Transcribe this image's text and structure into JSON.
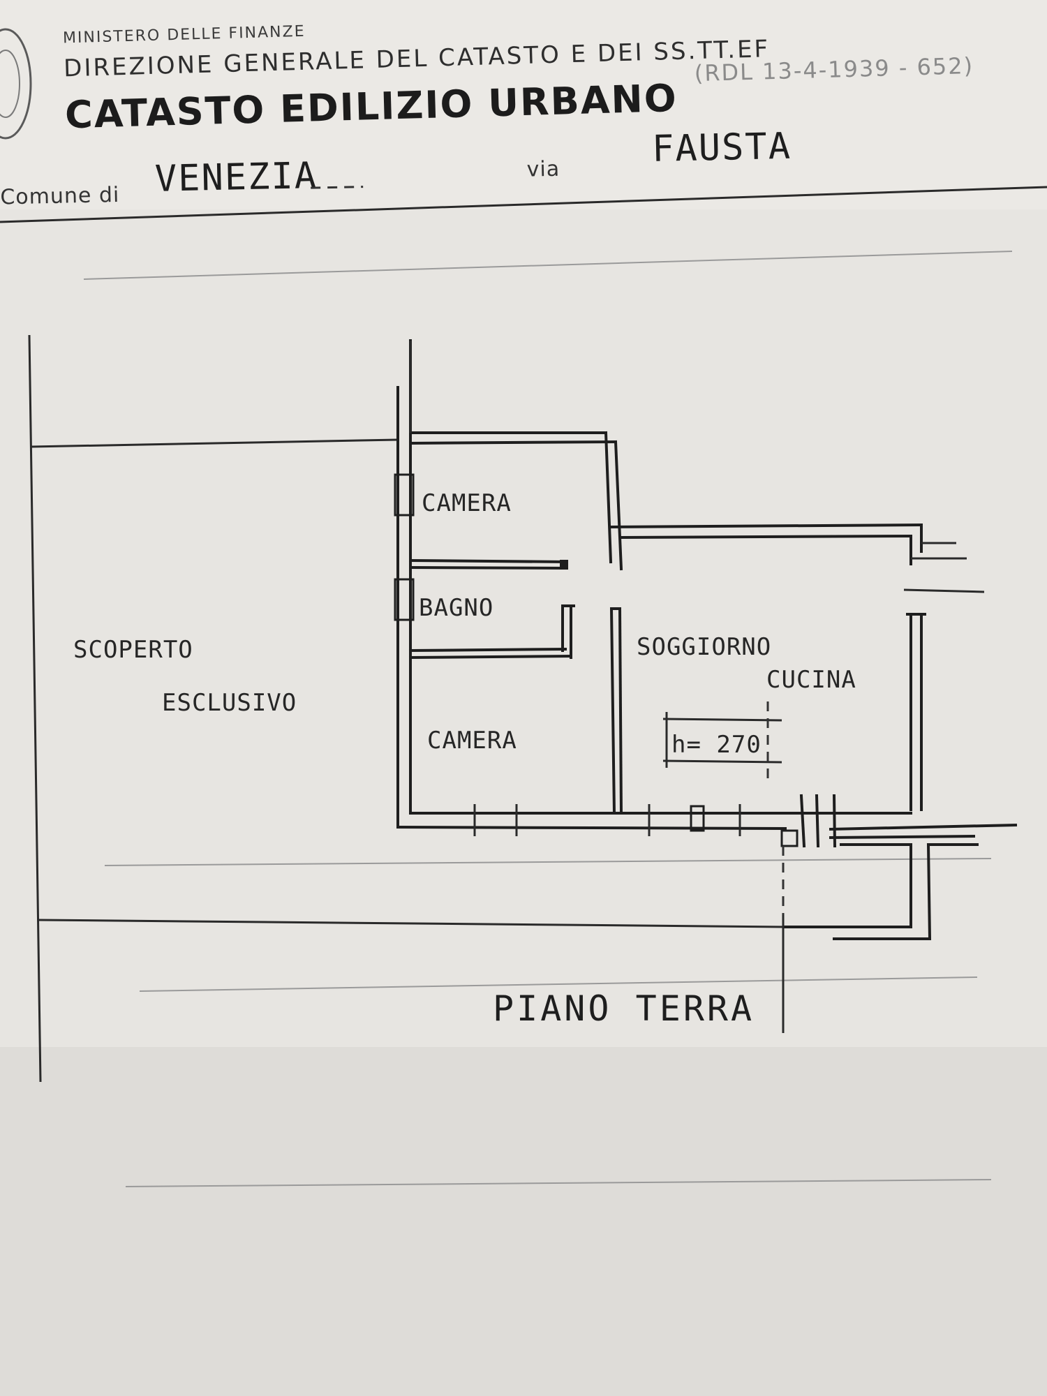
{
  "header": {
    "ministry": "MINISTERO DELLE FINANZE",
    "directorate": "DIREZIONE GENERALE DEL CATASTO E DEI SS.TT.EF",
    "title": "CATASTO EDILIZIO URBANO",
    "reference": "(RDL 13-4-1939 - 652)",
    "comune_label": "Comune di",
    "comune_value": "VENEZIA",
    "via_label": "via",
    "via_value": "FAUSTA"
  },
  "plan": {
    "floor_label": "PIANO TERRA",
    "rooms": {
      "camera_top": "CAMERA",
      "bagno": "BAGNO",
      "camera_bottom": "CAMERA",
      "soggiorno": "SOGGIORNO",
      "cucina": "CUCINA",
      "height_note": "h= 270"
    },
    "outdoor": {
      "line1": "SCOPERTO",
      "line2": "ESCLUSIVO"
    }
  }
}
